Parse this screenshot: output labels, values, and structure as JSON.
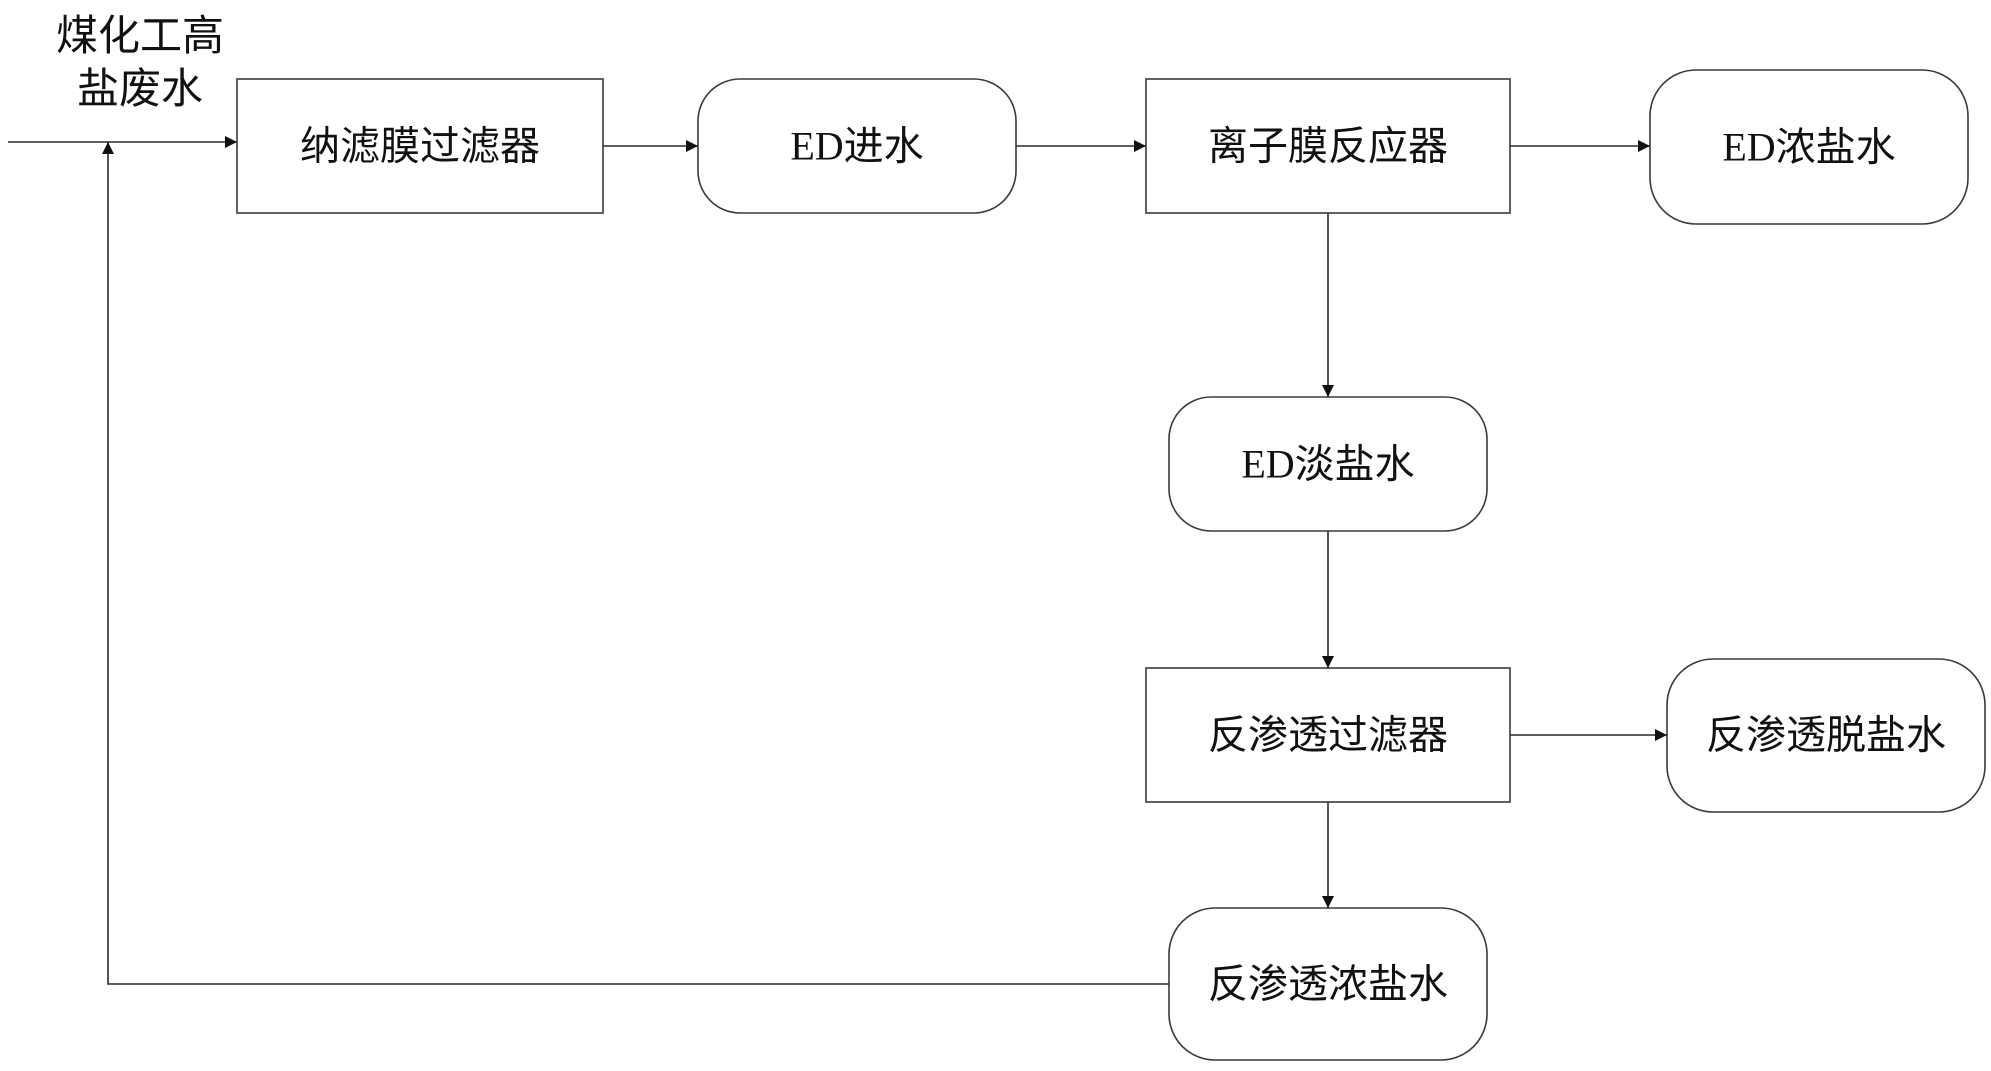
{
  "source": {
    "line1": "煤化工高",
    "line2": "盐废水"
  },
  "nodes": {
    "nanofiltration_filter": "纳滤膜过滤器",
    "ed_feed_water": "ED进水",
    "ion_membrane_reactor": "离子膜反应器",
    "ed_concentrate": "ED浓盐水",
    "ed_dilute": "ED淡盐水",
    "ro_filter": "反渗透过滤器",
    "ro_desalted_water": "反渗透脱盐水",
    "ro_concentrate": "反渗透浓盐水"
  },
  "edges": [
    {
      "from": "source",
      "to": "nanofiltration_filter"
    },
    {
      "from": "nanofiltration_filter",
      "to": "ed_feed_water"
    },
    {
      "from": "ed_feed_water",
      "to": "ion_membrane_reactor"
    },
    {
      "from": "ion_membrane_reactor",
      "to": "ed_concentrate"
    },
    {
      "from": "ion_membrane_reactor",
      "to": "ed_dilute"
    },
    {
      "from": "ed_dilute",
      "to": "ro_filter"
    },
    {
      "from": "ro_filter",
      "to": "ro_desalted_water"
    },
    {
      "from": "ro_filter",
      "to": "ro_concentrate"
    },
    {
      "from": "ro_concentrate",
      "to": "source"
    }
  ]
}
